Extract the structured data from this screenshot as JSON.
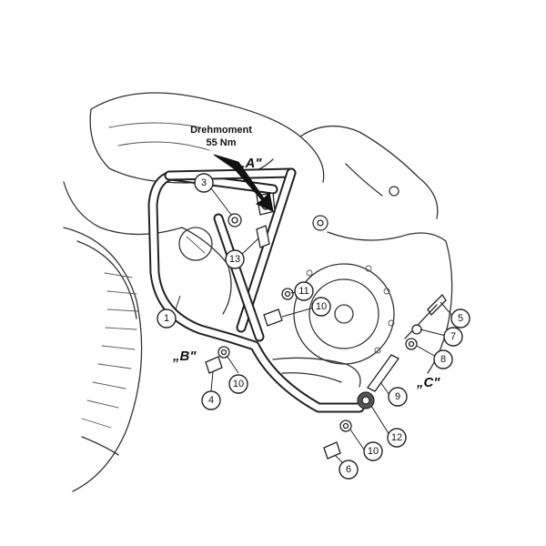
{
  "torque": {
    "line1": "Drehmoment",
    "line2": "55 Nm"
  },
  "views": {
    "a": "„A\"",
    "b": "„B\"",
    "c": "„C\""
  },
  "callouts": {
    "c1": "1",
    "c3": "3",
    "c4": "4",
    "c5": "5",
    "c6": "6",
    "c7": "7",
    "c8": "8",
    "c9": "9",
    "c10a": "10",
    "c10b": "10",
    "c10c": "10",
    "c11": "11",
    "c12": "12",
    "c13": "13"
  }
}
